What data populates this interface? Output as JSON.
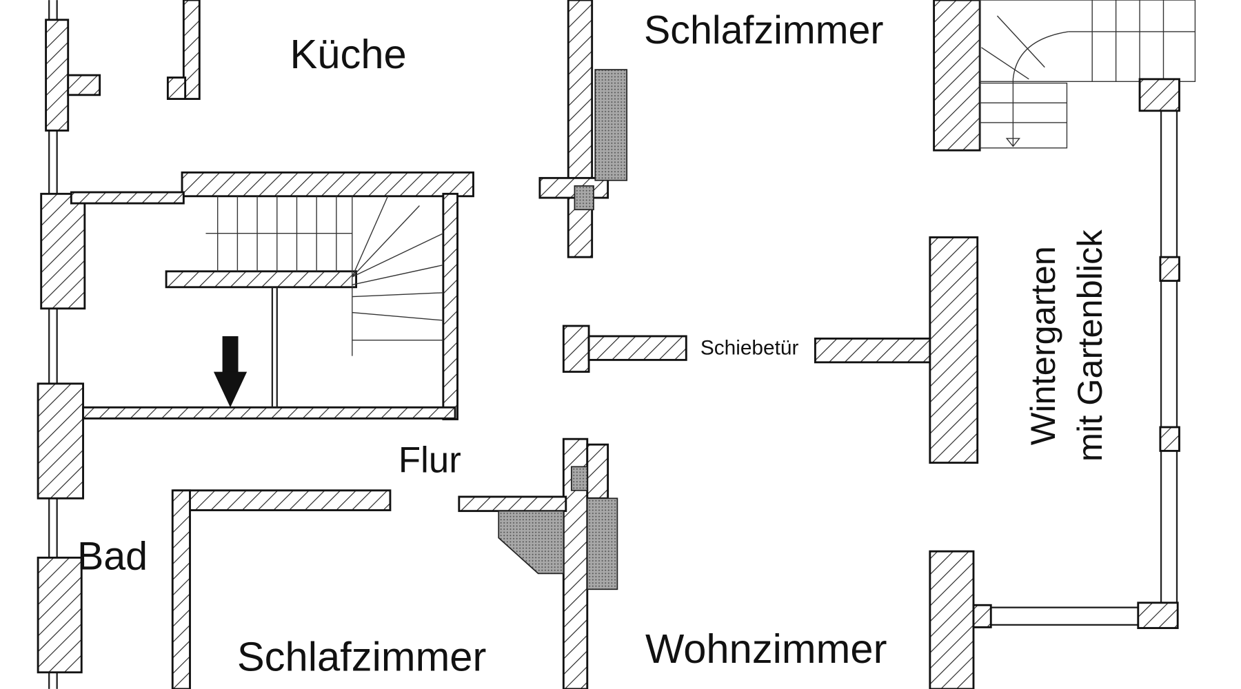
{
  "rooms": {
    "kitchen": "Küche",
    "bedroom_top": "Schlafzimmer",
    "sliding_door": "Schiebetür",
    "winter_garden_line1": "Wintergarten",
    "winter_garden_line2": "mit Gartenblick",
    "hallway": "Flur",
    "bathroom": "Bad",
    "bedroom_bottom": "Schlafzimmer",
    "living_room": "Wohnzimmer"
  },
  "colors": {
    "ink": "#111111",
    "paper": "#ffffff",
    "fill_gray": "#9a9a9a"
  }
}
